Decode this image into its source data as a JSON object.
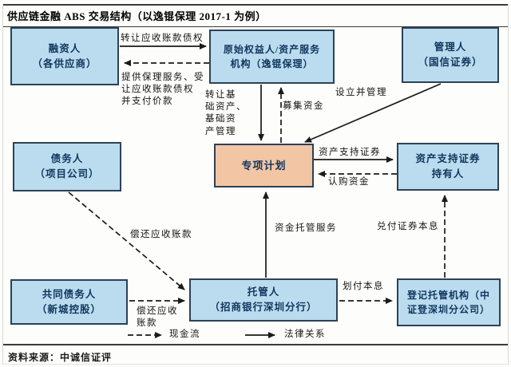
{
  "title": "供应链金融 ABS 交易结构（以逸锟保理 2017-1 为例）",
  "source_note": "资料来源：中诚信证评",
  "colors": {
    "node_fill": "#badcee",
    "spv_fill": "#f2c5a4",
    "node_border": "#2c4257",
    "arrow": "#1a1a1a"
  },
  "nodes": [
    {
      "id": "financier",
      "label": "融资人\n（各供应商）"
    },
    {
      "id": "originator",
      "label": "原始权益人/资产服务\n机构（逸锟保理）"
    },
    {
      "id": "manager",
      "label": "管理人\n（国信证券）"
    },
    {
      "id": "debtor",
      "label": "债务人\n（项目公司）"
    },
    {
      "id": "spv",
      "label": "专项计划"
    },
    {
      "id": "abs-holders",
      "label": "资产支持证券\n持有人"
    },
    {
      "id": "co-debtor",
      "label": "共同债务人\n（新城控股）"
    },
    {
      "id": "custodian",
      "label": "托管人\n（招商银行深圳分行）"
    },
    {
      "id": "registrar",
      "label": "登记托管机构（中\n证登深圳分公司）"
    }
  ],
  "edges": [
    {
      "label": "转让应收账款债权",
      "style": "solid"
    },
    {
      "label": "提供保理服务、受\n让应收账款债权\n并支付价款",
      "style": "dashed"
    },
    {
      "label": "转让基\n础资产、\n基础资\n产管理",
      "style": "solid"
    },
    {
      "label": "募集资金",
      "style": "dashed"
    },
    {
      "label": "设立并管理",
      "style": "solid"
    },
    {
      "label": "资产支持证券",
      "style": "solid"
    },
    {
      "label": "认购资金",
      "style": "dashed"
    },
    {
      "label": "偿还应收账款",
      "style": "dashed"
    },
    {
      "label": "资金托管服务",
      "style": "solid"
    },
    {
      "label": "偿还应收\n账款",
      "style": "dashed"
    },
    {
      "label": "划付本息",
      "style": "dashed"
    },
    {
      "label": "兑付证券本息",
      "style": "dashed"
    }
  ],
  "legend": [
    {
      "label": "现金流",
      "style": "dashed"
    },
    {
      "label": "法律关系",
      "style": "solid"
    }
  ]
}
